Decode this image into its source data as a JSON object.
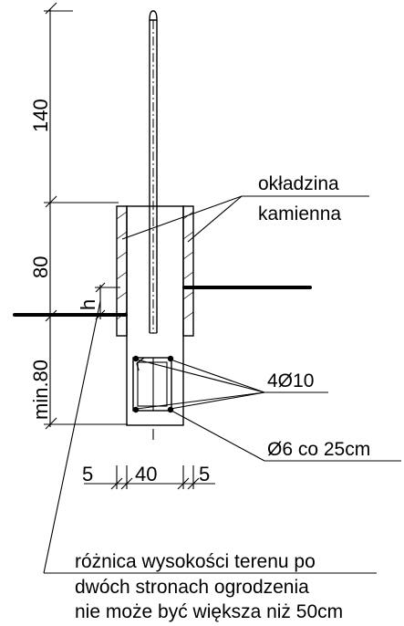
{
  "labels": {
    "cladding_line1": "okładzina",
    "cladding_line2": "kamienna",
    "rebar_main": "4Ø10",
    "stirrups": "Ø6 co 25cm",
    "note_line1": "różnica wysokości terenu po",
    "note_line2": "dwóch stronach ogrodzenia",
    "note_line3": "nie może być większa niż 50cm"
  },
  "dimensions": {
    "vertical_top": "140",
    "vertical_middle": "80",
    "vertical_bottom": "min.80",
    "height_difference": "h",
    "left_offset": "5",
    "width": "40",
    "right_offset": "5"
  }
}
